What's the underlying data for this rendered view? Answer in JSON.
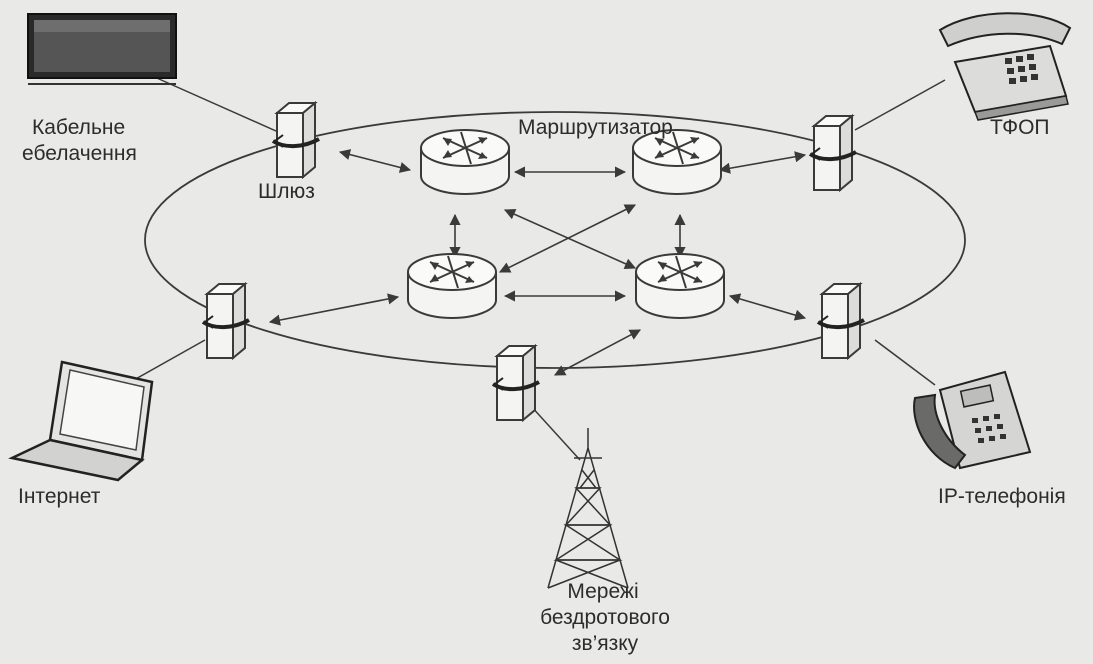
{
  "labels": {
    "cable_tv": [
      "Кабельне",
      "ебелачення"
    ],
    "gateway": "Шлюз",
    "router": "Маршрутизатор",
    "pstn": "ТФОП",
    "internet": "Інтернет",
    "ip_telephony": "IP-телефонія",
    "wireless": [
      "Мережі",
      "бездротового",
      "зв’язку"
    ]
  },
  "colors": {
    "background": "#e9e9e7",
    "line": "#3a3a3a",
    "device_fill": "#f4f4f2"
  }
}
